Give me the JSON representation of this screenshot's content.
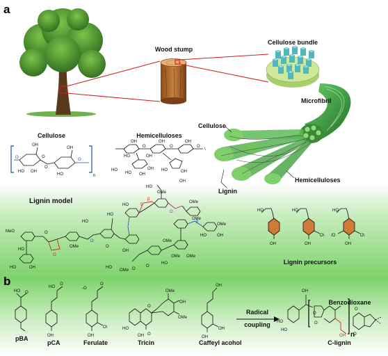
{
  "panels": {
    "a": "a",
    "b": "b"
  },
  "panel_a": {
    "wood_stump": "Wood stump",
    "cellulose_bundle": "Cellulose bundle",
    "microfibril": "Microfibril",
    "cellulose_label": "Cellulose",
    "hemicelluloses_label": "Hemicelluloses",
    "lignin_label": "Lignin",
    "cellulose_title": "Cellulose",
    "hemicelluloses_title": "Hemicelluloses",
    "lignin_model": "Lignin model",
    "lignin_precursors": "Lignin precursors",
    "n": "n"
  },
  "panel_b": {
    "pba": "pBA",
    "pca": "pCA",
    "ferulate": "Ferulate",
    "tricin": "Tricin",
    "caffeyl_alcohol": "Caffeyl acohol",
    "arrow_top": "Radical",
    "arrow_bottom": "coupling",
    "benzodioxane": "Benzodioxane",
    "c_lignin": "C-lignin",
    "n": "n"
  },
  "colors": {
    "green_band": "#7dd26a",
    "precursor_ring": "#d07a3a",
    "red_highlight": "#d0251c",
    "blue_highlight": "#1f4ea8",
    "cellulose_bundle": "#5fc4c6",
    "microfibril": "#2f8a2f"
  }
}
